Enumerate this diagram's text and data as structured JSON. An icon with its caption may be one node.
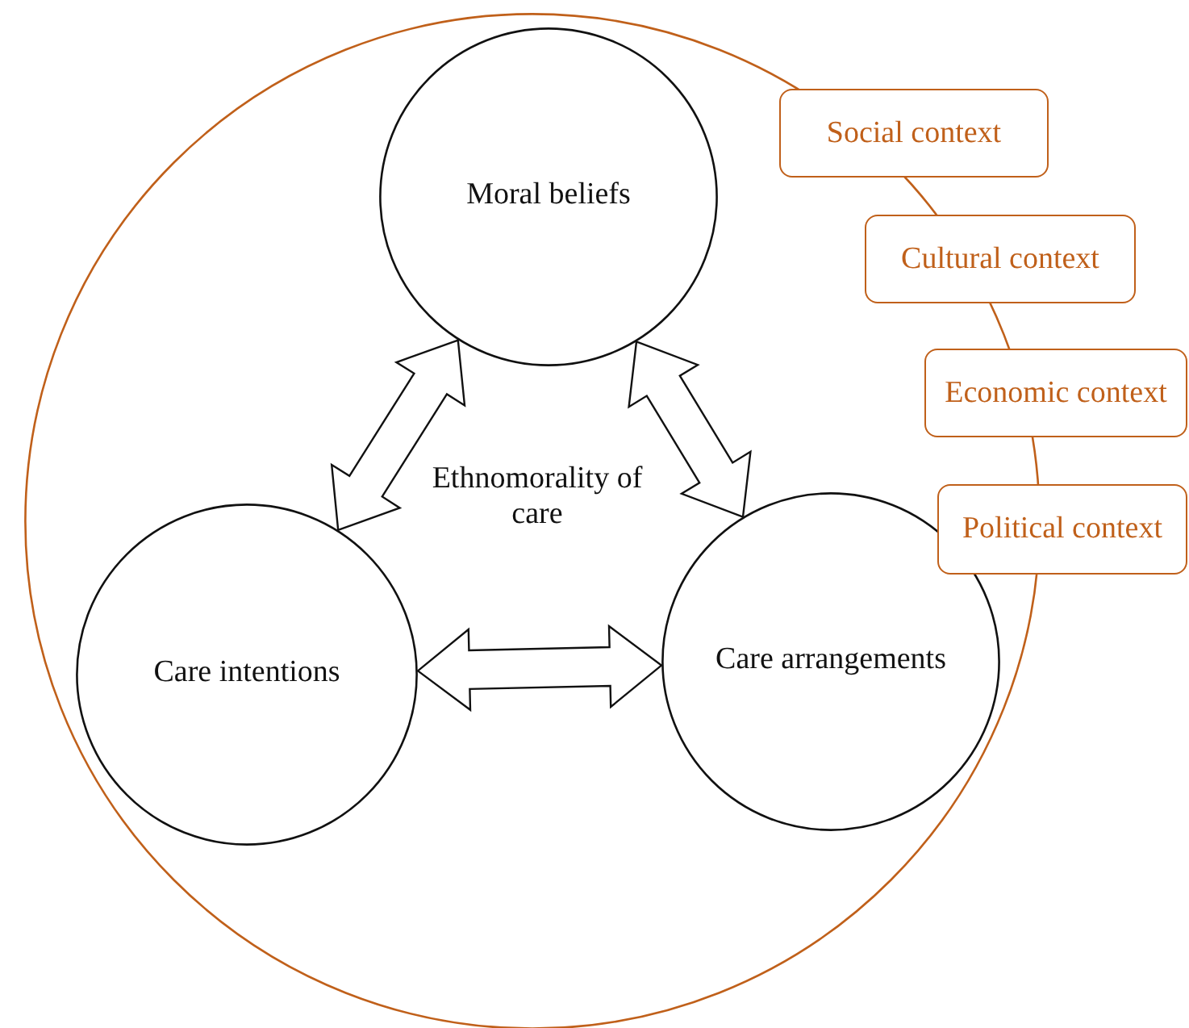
{
  "diagram": {
    "nodes": [
      {
        "text": [
          "Ethnomorality of care"
        ]
      },
      {
        "text": [
          "Moral beliefs"
        ],
        "in": 0
      },
      {
        "text": [
          "Care intentions"
        ],
        "in": 0
      },
      {
        "text": [
          "Care arrangements"
        ],
        "in": 0
      },
      {
        "text": [
          "Social context"
        ]
      },
      {
        "text": [
          "Cultural context"
        ]
      },
      {
        "text": [
          "Economic context"
        ]
      },
      {
        "text": [
          "Political context"
        ]
      }
    ],
    "edges": [
      {
        "from": 1,
        "to": 2,
        "arrow": "both"
      },
      {
        "from": 1,
        "to": 3,
        "arrow": "both"
      },
      {
        "from": 2,
        "to": 3,
        "arrow": "both"
      }
    ]
  }
}
